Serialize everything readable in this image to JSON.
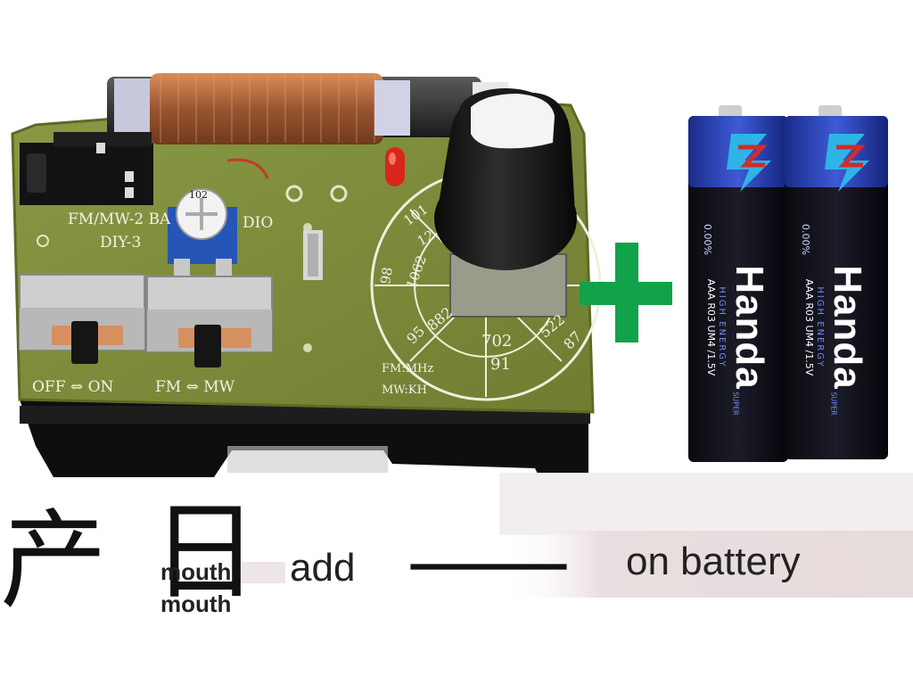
{
  "board": {
    "title_line1": "FM/MW-2 BA",
    "title_line1b": "DIO",
    "title_line2": "DIY-3",
    "switch1_label": "OFF ⇔ ON",
    "switch2_label": "FM ⇔ MW",
    "unit_fm": "FM:MHz",
    "unit_mw": "MW:KH",
    "pot_marking": "102",
    "dial_marks": [
      "101",
      "12",
      "1062",
      "98",
      "882",
      "95",
      "702",
      "91",
      "522",
      "87"
    ]
  },
  "batteries": {
    "brand": "Handa",
    "model_text": "AAA R03 UM4 /1.5V",
    "series_text": "HIGH ENERGY",
    "grade_text": "SUPER",
    "mercury_text": "0.00%",
    "count": 2
  },
  "caption": {
    "char1": "产",
    "char2": "日",
    "small1": "mouth",
    "small2": "mouth",
    "word_add": "add",
    "dash": "—",
    "tail": "on battery"
  },
  "colors": {
    "pcb": "#7a8a3a",
    "plus": "#12a24a",
    "battery_blue": "#2a46b8",
    "battery_black": "#0d0d14",
    "copper": "#b46a3c"
  }
}
